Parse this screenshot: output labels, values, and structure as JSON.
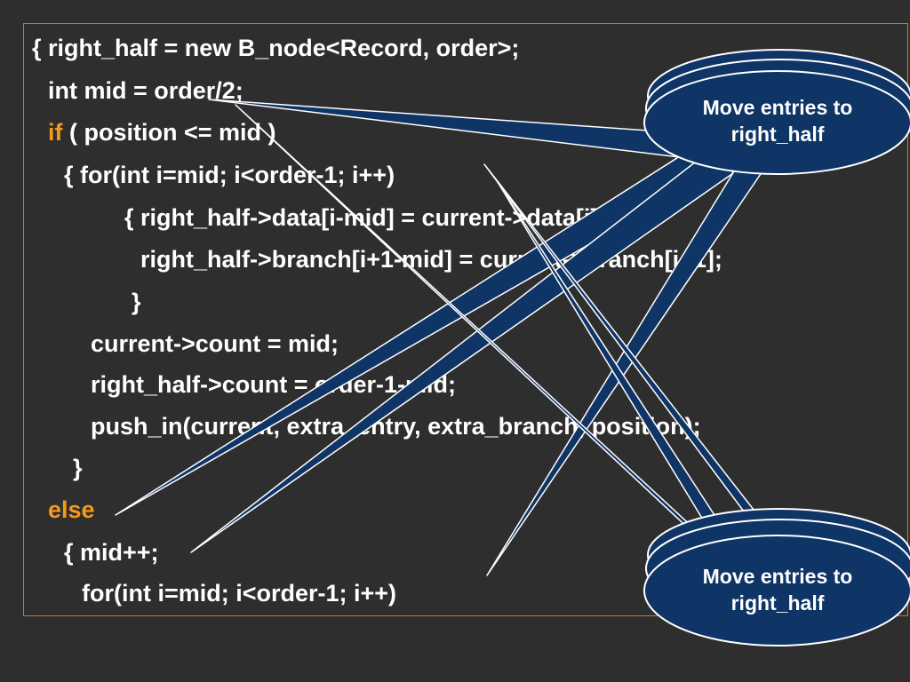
{
  "slide": {
    "code_lines": [
      {
        "text": "{ right_half = new B_node<Record, order>;"
      },
      {
        "text": "int mid = order/2;"
      },
      {
        "keyword": "if",
        "text": " ( position <= mid )"
      },
      {
        "text": "{ for(int i=mid; i<order-1; i++)"
      },
      {
        "text": "{ right_half->data[i-mid] = current->data[i];"
      },
      {
        "text": "right_half->branch[i+1-mid] = current->branch[i+1];"
      },
      {
        "text": "}"
      },
      {
        "text": "current->count = mid;"
      },
      {
        "text": "right_half->count = order-1-mid;"
      },
      {
        "text": "push_in(current, extra_entry, extra_branch, position);"
      },
      {
        "text": "}"
      },
      {
        "keyword": "else",
        "text": ""
      },
      {
        "text": "{ mid++;"
      },
      {
        "text": "for(int i=mid; i<order-1; i++)"
      }
    ],
    "callouts": [
      {
        "label": "Move entries to right_half"
      },
      {
        "label": "Move entries to right_half"
      }
    ],
    "colors": {
      "background": "#2e2e2e",
      "border": "#c77c28",
      "code_text": "#ffffff",
      "keyword": "#f29a1c",
      "callout_fill": "#0f3466",
      "callout_stroke": "#ffffff"
    }
  }
}
